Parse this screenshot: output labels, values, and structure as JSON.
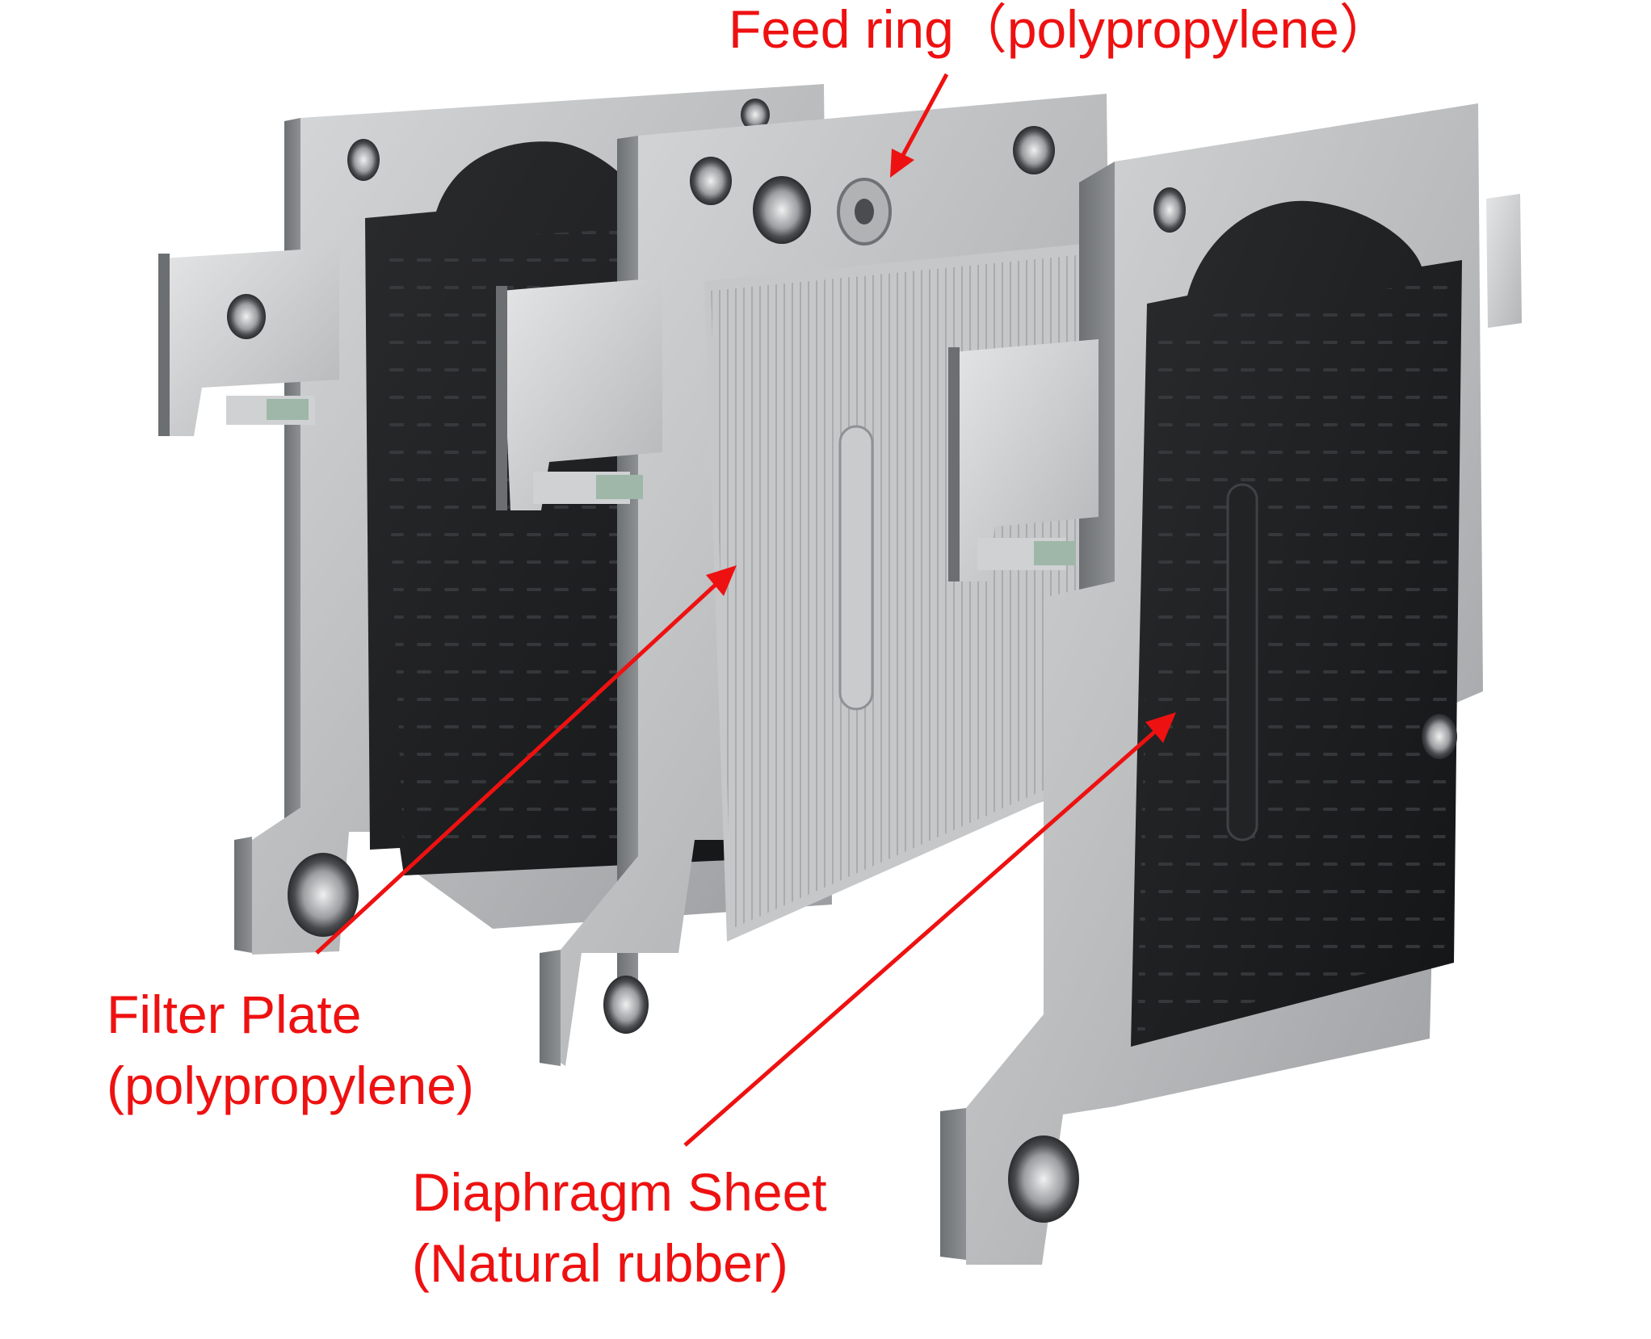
{
  "colors": {
    "annotation": "#ee1111",
    "plate_gray": "#b9bbbd",
    "plate_edge": "#8e9194",
    "diaphragm_black": "#1b1c1e"
  },
  "labels": {
    "feed_ring": {
      "line1": "Feed ring（polypropylene）"
    },
    "filter_plate": {
      "line1": "Filter Plate",
      "line2": "(polypropylene)"
    },
    "diaphragm_sheet": {
      "line1": "Diaphragm Sheet",
      "line2": "(Natural rubber)"
    }
  }
}
